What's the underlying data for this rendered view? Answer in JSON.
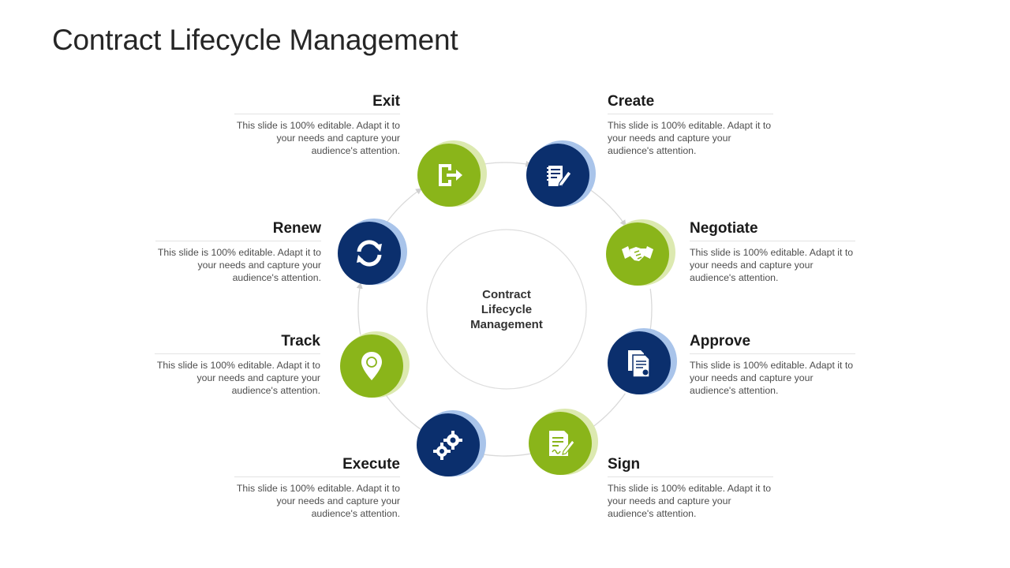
{
  "title": "Contract Lifecycle Management",
  "center_label": "Contract Lifecycle Management",
  "colors": {
    "green": "#8ab51a",
    "blue": "#0b2f6d",
    "arrow": "#d9d9d9"
  },
  "stages": [
    {
      "name": "Create",
      "icon": "document-pen-icon",
      "color": "blue",
      "description": "This slide is 100% editable. Adapt it to your needs and capture your audience's attention."
    },
    {
      "name": "Negotiate",
      "icon": "handshake-icon",
      "color": "green",
      "description": "This slide is 100% editable. Adapt it to your needs and capture your audience's attention."
    },
    {
      "name": "Approve",
      "icon": "approved-document-icon",
      "color": "blue",
      "description": "This slide is 100% editable. Adapt it to your needs and capture your audience's attention."
    },
    {
      "name": "Sign",
      "icon": "signature-document-icon",
      "color": "green",
      "description": "This slide is 100% editable. Adapt it to your needs and capture your audience's attention."
    },
    {
      "name": "Execute",
      "icon": "gears-icon",
      "color": "blue",
      "description": "This slide is 100% editable. Adapt it to your needs and capture your audience's attention."
    },
    {
      "name": "Track",
      "icon": "location-pin-icon",
      "color": "green",
      "description": "This slide is 100% editable. Adapt it to your needs and capture your audience's attention."
    },
    {
      "name": "Renew",
      "icon": "refresh-icon",
      "color": "blue",
      "description": "This slide is 100% editable. Adapt it to your needs and capture your audience's attention."
    },
    {
      "name": "Exit",
      "icon": "exit-icon",
      "color": "green",
      "description": "This slide is 100% editable. Adapt it to your needs and capture your audience's attention."
    }
  ]
}
